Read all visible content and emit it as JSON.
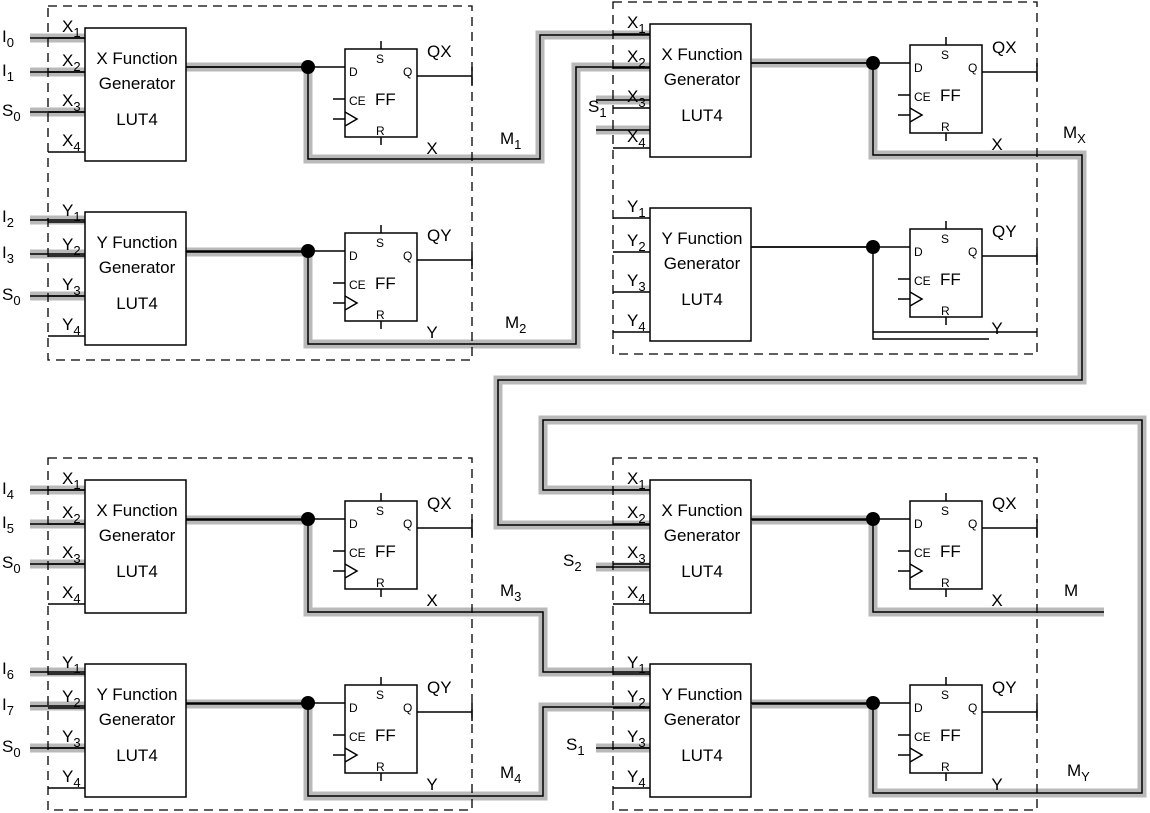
{
  "lut": {
    "x_line1": "X Function",
    "y_line1": "Y Function",
    "line2": "Generator",
    "line3": "LUT4",
    "x_pins": [
      "X",
      "X",
      "X",
      "X"
    ],
    "y_pins": [
      "Y",
      "Y",
      "Y",
      "Y"
    ],
    "pin_subs": [
      "1",
      "2",
      "3",
      "4"
    ]
  },
  "ff": {
    "name": "FF",
    "d": "D",
    "q": "Q",
    "s": "S",
    "r": "R",
    "ce": "CE",
    "qx": "QX",
    "qy": "QY",
    "out_x": "X",
    "out_y": "Y"
  },
  "inputs": {
    "clb1": [
      {
        "main": "I",
        "sub": "0"
      },
      {
        "main": "I",
        "sub": "1"
      },
      {
        "main": "S",
        "sub": "0"
      },
      {
        "main": "I",
        "sub": "2"
      },
      {
        "main": "I",
        "sub": "3"
      },
      {
        "main": "S",
        "sub": "0"
      }
    ],
    "clb2": [
      {
        "main": "S",
        "sub": "1"
      }
    ],
    "clb3": [
      {
        "main": "I",
        "sub": "4"
      },
      {
        "main": "I",
        "sub": "5"
      },
      {
        "main": "S",
        "sub": "0"
      },
      {
        "main": "I",
        "sub": "6"
      },
      {
        "main": "I",
        "sub": "7"
      },
      {
        "main": "S",
        "sub": "0"
      }
    ],
    "clb4": [
      {
        "main": "S",
        "sub": "2"
      },
      {
        "main": "S",
        "sub": "1"
      }
    ]
  },
  "nets": {
    "m1": {
      "main": "M",
      "sub": "1"
    },
    "m2": {
      "main": "M",
      "sub": "2"
    },
    "m3": {
      "main": "M",
      "sub": "3"
    },
    "m4": {
      "main": "M",
      "sub": "4"
    },
    "mx": {
      "main": "M",
      "sub": "X"
    },
    "my": {
      "main": "M",
      "sub": "Y"
    },
    "m": "M"
  },
  "colors": {
    "highlight": "#b9b9b9",
    "line": "#000000",
    "background": "#ffffff"
  }
}
